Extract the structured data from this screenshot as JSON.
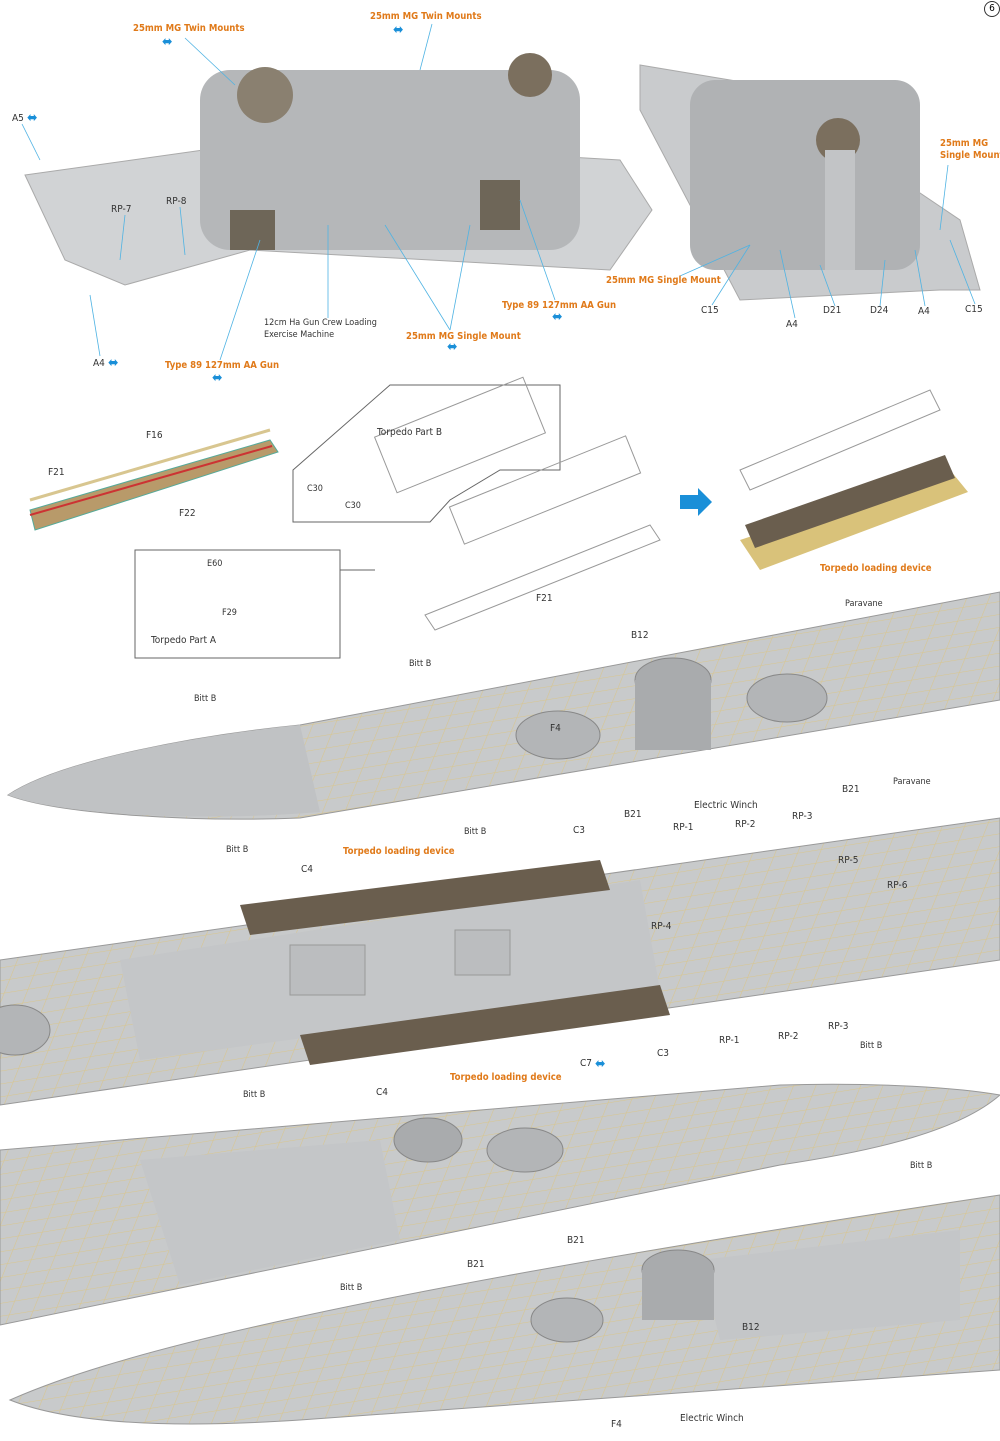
{
  "page_number": "6",
  "top": {
    "twin1": "25mm MG Twin Mounts",
    "twin2": "25mm MG Twin Mounts",
    "a5": "A5",
    "rp7": "RP-7",
    "rp8": "RP-8",
    "crew1": "12cm Ha Gun Crew Loading",
    "crew2": "Exercise Machine",
    "single1": "25mm MG Single Mount",
    "aa1": "Type 89 127mm AA Gun",
    "a4": "A4",
    "aa2": "Type 89 127mm AA Gun",
    "r_single_1": "25mm MG",
    "r_single_2": "Single Mount",
    "r_single": "25mm MG Single Mount",
    "c15a": "C15",
    "a4b": "A4",
    "d21": "D21",
    "d24": "D24",
    "a4c": "A4",
    "c15b": "C15"
  },
  "torpedo": {
    "f16": "F16",
    "f21a": "F21",
    "f22": "F22",
    "part_b": "Torpedo Part B",
    "c30a": "C30",
    "c30b": "C30",
    "e60": "E60",
    "f29": "F29",
    "part_a": "Torpedo Part A",
    "f21b": "F21",
    "device": "Torpedo loading device"
  },
  "deck1": {
    "paravane1": "Paravane",
    "b12": "B12",
    "bitt1": "Bitt B",
    "bitt2": "Bitt B",
    "f4": "F4",
    "b21a": "B21",
    "winch": "Electric Winch",
    "b21b": "B21",
    "paravane2": "Paravane",
    "bitt3": "Bitt B",
    "bitt4": "Bitt B"
  },
  "deck2": {
    "c3a": "C3",
    "rp1a": "RP-1",
    "rp2a": "RP-2",
    "rp3a": "RP-3",
    "rp5": "RP-5",
    "rp6": "RP-6",
    "device1": "Torpedo loading device",
    "c4a": "C4",
    "rp4": "RP-4",
    "rp1b": "RP-1",
    "rp2b": "RP-2",
    "rp3b": "RP-3",
    "c3b": "C3",
    "c7": "C7",
    "device2": "Torpedo loading device",
    "c4b": "C4",
    "bitt": "Bitt B"
  },
  "deck3": {
    "bitt1": "Bitt B",
    "bitt2": "Bitt B",
    "b21a": "B21",
    "b21b": "B21",
    "bitt3": "Bitt B"
  },
  "deck4": {
    "b12": "B12",
    "f4": "F4",
    "winch": "Electric Winch"
  },
  "colors": {
    "label_orange": "#e07a1a",
    "arrow_blue": "#1a8fd8",
    "deck_gray": "#c9cbcd",
    "brass": "#d8c690"
  }
}
